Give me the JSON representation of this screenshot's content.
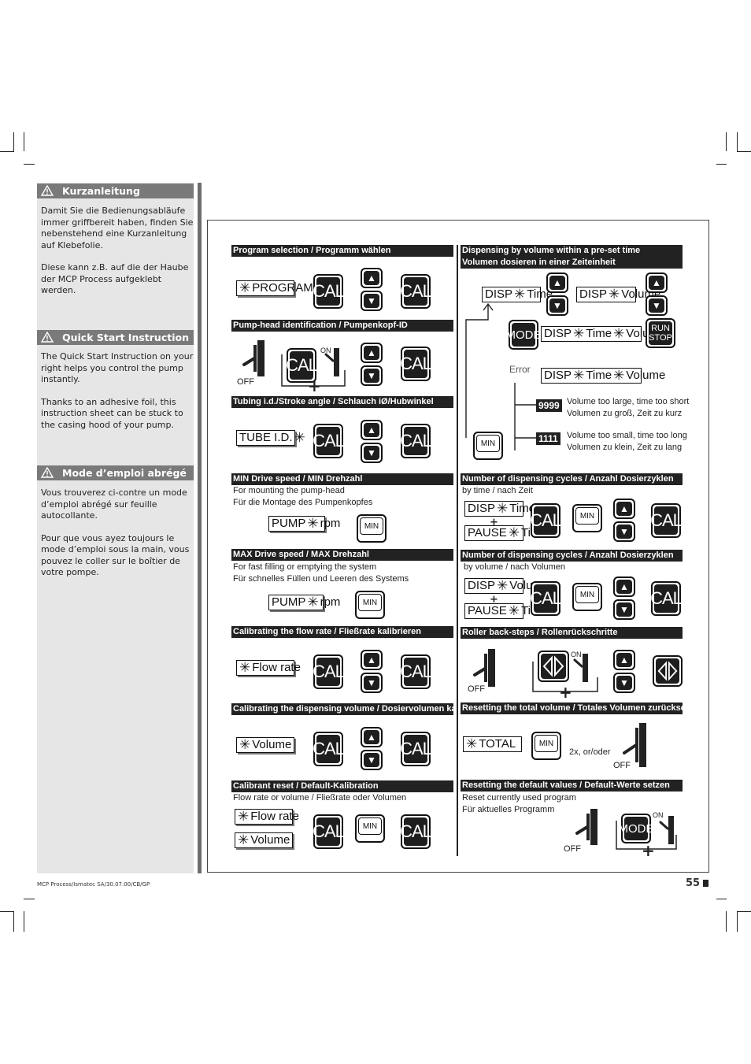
{
  "sidebar": {
    "sections": [
      {
        "title": "Kurzanleitung",
        "paras": [
          "Damit Sie die Bedienungsabläufe immer griffbereit haben, finden Sie nebenstehend eine Kurzanleitung auf Klebefolie.",
          "Diese kann z.B. auf die der Haube der MCP Process aufgeklebt werden."
        ]
      },
      {
        "title": "Quick Start Instruction",
        "paras": [
          "The Quick Start Instruction on your right helps you control the pump instantly.",
          "Thanks to an adhesive foil, this instruction sheet can be stuck to the casing hood of your pump."
        ]
      },
      {
        "title": "Mode d’emploi abrégé",
        "paras": [
          "Vous trouverez ci-contre un mode d’emploi abrégé sur feuille autocollante.",
          "Pour que vous ayez toujours le mode d’emploi sous la main, vous pouvez le coller sur le boîtier de votre pompe."
        ]
      }
    ]
  },
  "left": {
    "s1": {
      "title": "Program selection  /  Programm wählen",
      "disp": "PROGRAM"
    },
    "s2": {
      "title": "Pump-head identification  /  Pumpenkopf-ID",
      "on": "ON",
      "off": "OFF"
    },
    "s3": {
      "title": "Tubing i.d./Stroke angle  /  Schlauch iØ/Hubwinkel",
      "disp": "TUBE I.D."
    },
    "s4": {
      "title": "MIN Drive speed  /  MIN Drehzahl",
      "l1": "For mounting the pump-head",
      "l2": "Für die Montage des Pumpenkopfes",
      "disp_a": "PUMP",
      "disp_b": "rpm"
    },
    "s5": {
      "title": "MAX Drive speed  /  MAX Drehzahl",
      "l1": "For fast filling or emptying the system",
      "l2": "Für schnelles Füllen und Leeren des Systems",
      "disp_a": "PUMP",
      "disp_b": "rpm"
    },
    "s6": {
      "title": "Calibrating the flow rate  /  Fließrate kalibrieren",
      "disp": "Flow rate"
    },
    "s7": {
      "title": "Calibrating the dispensing volume / Dosiervolumen kalibrieren",
      "disp": "Volume"
    },
    "s8": {
      "title": "Calibrant reset  /  Default-Kalibration",
      "l1": "Flow rate or volume  /  Fließrate oder Volumen",
      "disp_a": "Flow rate",
      "disp_b": "Volume"
    }
  },
  "right": {
    "r1": {
      "title1": "Dispensing by volume within a pre-set time",
      "title2": "Volumen dosieren in einer Zeiteinheit",
      "d1a": "DISP",
      "d1b": "Time",
      "d2a": "DISP",
      "d2b": "Volume",
      "d3a": "DISP",
      "d3b": "Time",
      "d3c": "Volume",
      "error": "Error",
      "d4a": "DISP",
      "d4b": "Time",
      "d4c": "Volume",
      "c1": "9999",
      "c1l1": "Volume too large, time too short",
      "c1l2": "Volumen zu groß, Zeit zu kurz",
      "c2": "1111",
      "c2l1": "Volume too small, time too long",
      "c2l2": "Volumen zu klein, Zeit zu lang"
    },
    "r2": {
      "title": "Number of dispensing cycles   /  Anzahl Dosierzyklen",
      "sub": "by time  /  nach Zeit",
      "a1": "DISP",
      "a2": "Time",
      "b1": "PAUSE",
      "b2": "Time"
    },
    "r3": {
      "title": "Number of dispensing cycles   /  Anzahl Dosierzyklen",
      "sub": "by volume  /  nach Volumen",
      "a1": "DISP",
      "a2": "Volume",
      "b1": "PAUSE",
      "b2": "Time"
    },
    "r4": {
      "title": "Roller back-steps  /  Rollenrückschritte",
      "on": "ON",
      "off": "OFF"
    },
    "r5": {
      "title": "Resetting the total volume  /  Totales Volumen zurücksetzen",
      "disp": "TOTAL",
      "note": "2x, or/oder",
      "off": "OFF"
    },
    "r6": {
      "title": "Resetting the default values  /  Default-Werte setzen",
      "l1": "Reset currently used program",
      "l2": "Für aktuelles Programm",
      "off": "OFF",
      "on": "ON"
    }
  },
  "buttons": {
    "cal": "CAL",
    "min": "MIN",
    "mode": "MODE",
    "run": "RUN",
    "stop": "STOP",
    "up": "▲",
    "down": "▼",
    "plus": "+"
  },
  "footer": {
    "left": "MCP Process/Ismatec SA/30.07.00/CB/GP",
    "page": "55"
  }
}
